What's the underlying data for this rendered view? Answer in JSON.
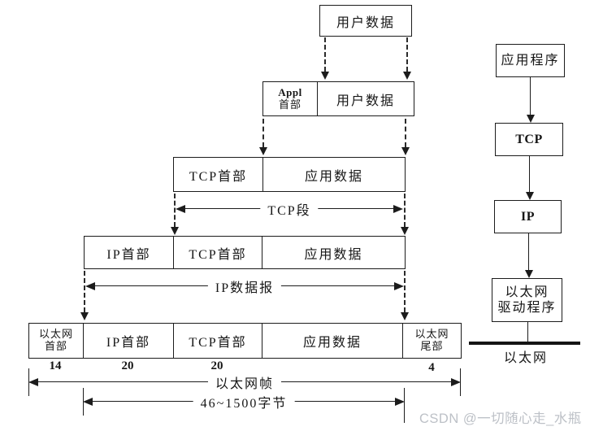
{
  "colors": {
    "ink": "#1c1c1c",
    "watermark": "#bdc1c7",
    "background": "#ffffff"
  },
  "enc": {
    "r1": "用户数据",
    "r2c1a": "Appl",
    "r2c1b": "首部",
    "r2c2": "用户数据",
    "r3c1": "TCP首部",
    "r3c2": "应用数据",
    "tcp_segment": "TCP段",
    "r4c1": "IP首部",
    "r4c2": "TCP首部",
    "r4c3": "应用数据",
    "ip_datagram": "IP数据报",
    "r5c1a": "以太网",
    "r5c1b": "首部",
    "r5c2": "IP首部",
    "r5c3": "TCP首部",
    "r5c4": "应用数据",
    "r5c5a": "以太网",
    "r5c5b": "尾部",
    "sizes": {
      "eth_header": "14",
      "ip": "20",
      "tcp": "20",
      "eth_trailer": "4"
    },
    "eth_frame": "以太网帧",
    "payload_range": "46~1500字节"
  },
  "proto": {
    "app": "应用程序",
    "tcp": "TCP",
    "ip": "IP",
    "driver1": "以太网",
    "driver2": "驱动程序",
    "ethernet": "以太网"
  },
  "watermark": {
    "text": "CSDN @一切随心走_水瓶"
  }
}
